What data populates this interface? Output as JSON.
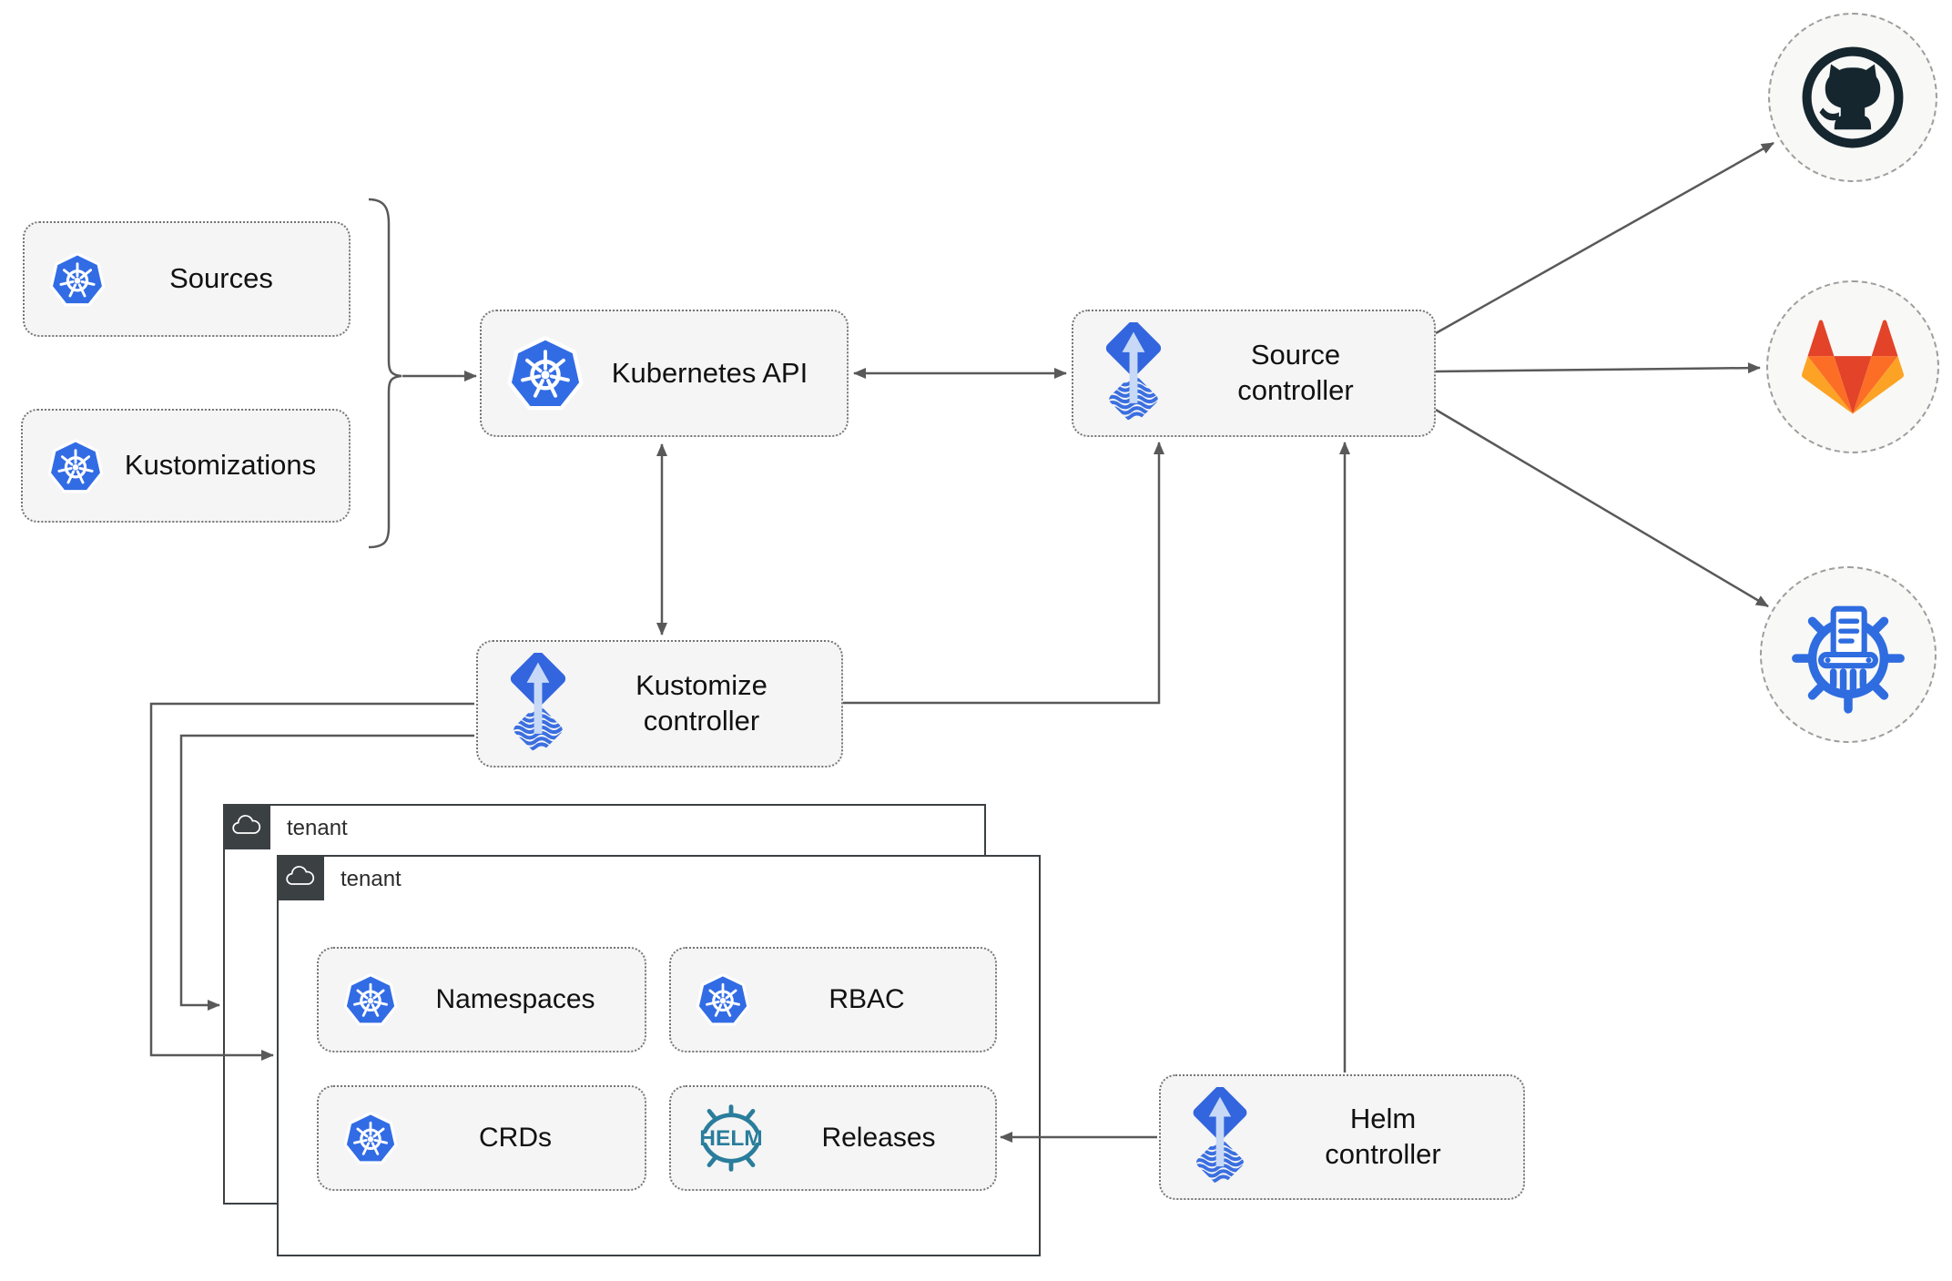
{
  "nodes": {
    "sources": {
      "label": "Sources"
    },
    "kustomizations": {
      "label": "Kustomizations"
    },
    "kubernetes_api": {
      "label": "Kubernetes API"
    },
    "source_controller": {
      "lines": [
        "Source",
        "controller"
      ]
    },
    "kustomize_controller": {
      "lines": [
        "Kustomize",
        "controller"
      ]
    },
    "helm_controller": {
      "lines": [
        "Helm",
        "controller"
      ]
    },
    "namespaces": {
      "label": "Namespaces"
    },
    "rbac": {
      "label": "RBAC"
    },
    "crds": {
      "label": "CRDs"
    },
    "releases": {
      "label": "Releases"
    }
  },
  "groups": {
    "tenant_back": {
      "label": "tenant"
    },
    "tenant_front": {
      "label": "tenant"
    }
  },
  "logos": {
    "helm_text": "HELM"
  },
  "icons": {
    "kubernetes": "kubernetes-wheel-icon",
    "flux": "flux-controller-icon",
    "helm": "helm-wheel-icon",
    "github": "github-octocat-icon",
    "gitlab": "gitlab-tanuki-icon",
    "chart_repository": "chartmuseum-icon",
    "cloud": "cloud-icon"
  },
  "colors": {
    "kubernetes_blue": "#326ce5",
    "flux_blue": "#3365de",
    "flux_arrow_light": "#c7d9f6",
    "helm_teal": "#2a7d9c",
    "github_dark": "#16262f",
    "gitlab_red_orange": "#e24329",
    "gitlab_orange": "#fc6d26",
    "gitlab_yellow_orange": "#fca326",
    "chartmuseum_blue": "#2f6ce0",
    "node_background": "#f5f5f5",
    "connector_gray": "#595959",
    "tenant_border": "#3b4043"
  }
}
